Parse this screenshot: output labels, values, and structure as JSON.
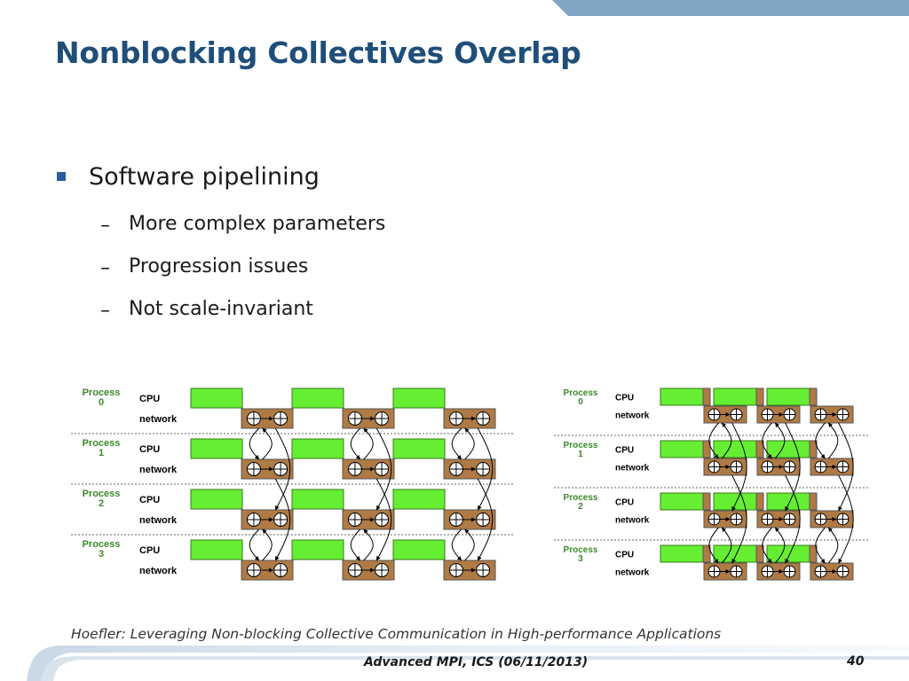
{
  "slide": {
    "title": "Nonblocking Collectives Overlap",
    "bullet": "Software pipelining",
    "subbullets": [
      "More complex parameters",
      "Progression issues",
      "Not scale-invariant"
    ],
    "dash": "–",
    "citation": "Hoefler: Leveraging Non-blocking Collective Communication in High-performance Applications",
    "footer": "Advanced MPI, ICS (06/11/2013)",
    "page_number": "40"
  },
  "diagrams": [
    {
      "processes": [
        {
          "name": "Process",
          "id": "0"
        },
        {
          "name": "Process",
          "id": "1"
        },
        {
          "name": "Process",
          "id": "2"
        },
        {
          "name": "Process",
          "id": "3"
        }
      ],
      "cpu_label": "CPU",
      "network_label": "network"
    },
    {
      "processes": [
        {
          "name": "Process",
          "id": "0"
        },
        {
          "name": "Process",
          "id": "1"
        },
        {
          "name": "Process",
          "id": "2"
        },
        {
          "name": "Process",
          "id": "3"
        }
      ],
      "cpu_label": "CPU",
      "network_label": "network"
    }
  ],
  "colors": {
    "title": "#1f4e79",
    "cpu_block": "#66ee33",
    "net_block": "#b07a45",
    "process_label": "#3a8a2a",
    "accent": "#7fa4c4"
  },
  "icons": [
    "square-bullet-icon",
    "circle-plus-icon",
    "right-arrow-icon",
    "curved-arrow-icon"
  ]
}
